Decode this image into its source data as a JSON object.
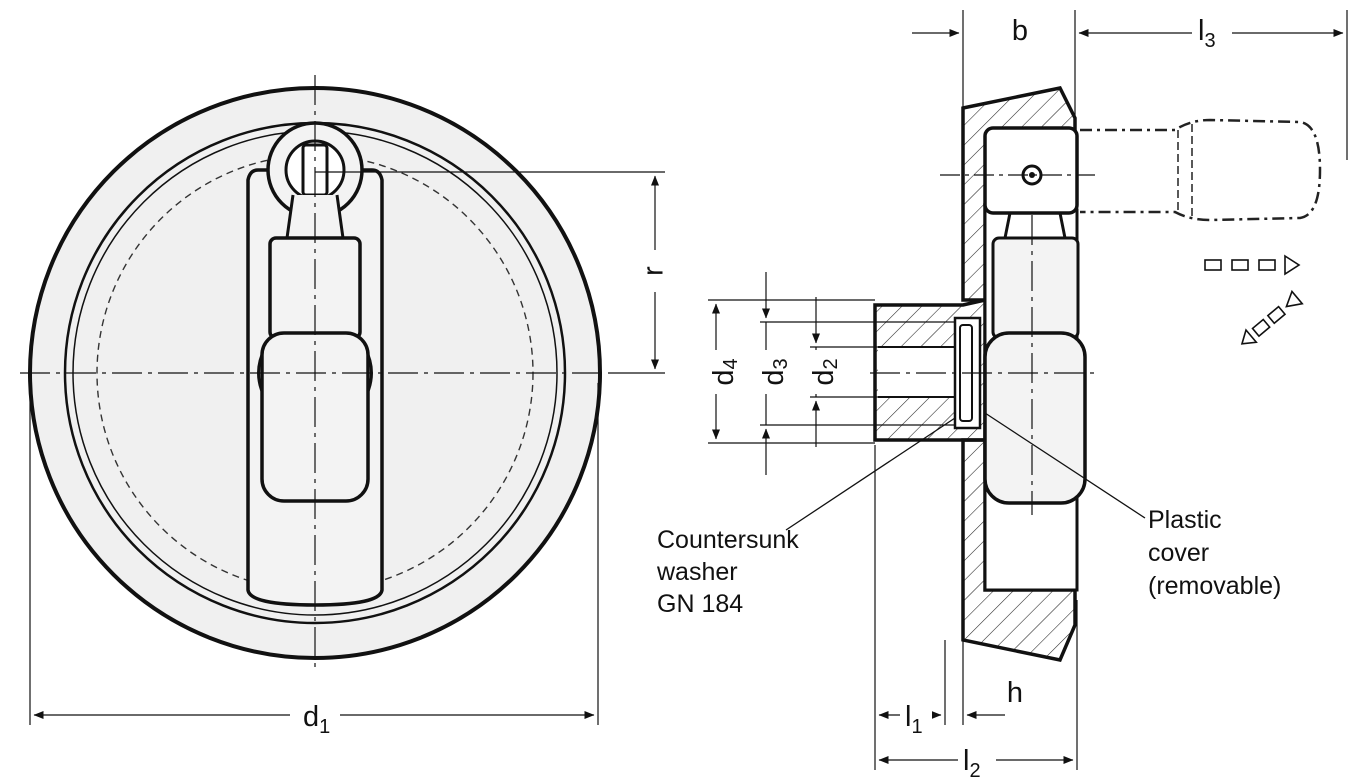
{
  "dimensions": {
    "b": "b",
    "l3": {
      "base": "l",
      "sub": "3"
    },
    "r": "r",
    "d4": {
      "base": "d",
      "sub": "4"
    },
    "d3": {
      "base": "d",
      "sub": "3"
    },
    "d2": {
      "base": "d",
      "sub": "2"
    },
    "d1": {
      "base": "d",
      "sub": "1"
    },
    "l1": {
      "base": "l",
      "sub": "1"
    },
    "l2": {
      "base": "l",
      "sub": "2"
    },
    "h": "h"
  },
  "callouts": {
    "washer": [
      "Countersunk",
      "washer",
      "GN 184"
    ],
    "cover": [
      "Plastic",
      "cover",
      "(removable)"
    ]
  },
  "colors": {
    "line": "#111111",
    "fill": "#f0f0f0",
    "grip": "#f3f3f3",
    "hatch": "#222222"
  },
  "icons": [
    "rotation-direction-arrows-icon"
  ]
}
